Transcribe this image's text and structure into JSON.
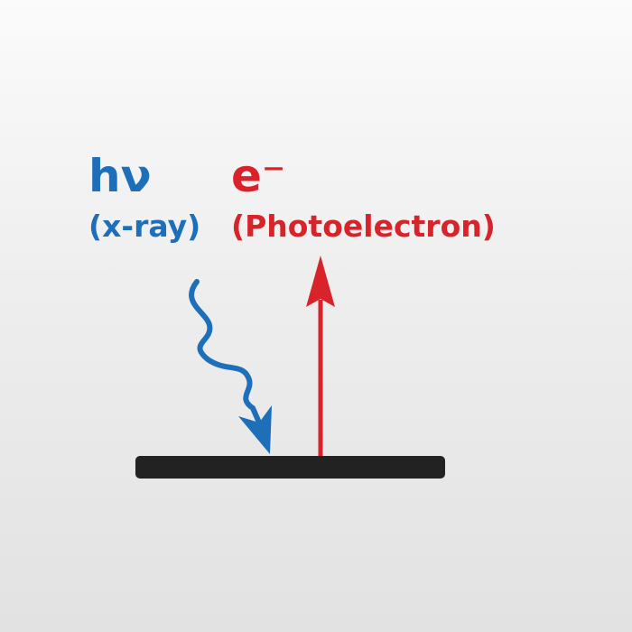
{
  "incident": {
    "symbol": "hν",
    "description": "(x-ray)",
    "color": "#1e6fba"
  },
  "emitted": {
    "symbol": "e⁻",
    "description": "(Photoelectron)",
    "color": "#d8232a"
  },
  "surface": {
    "color": "#222222"
  }
}
